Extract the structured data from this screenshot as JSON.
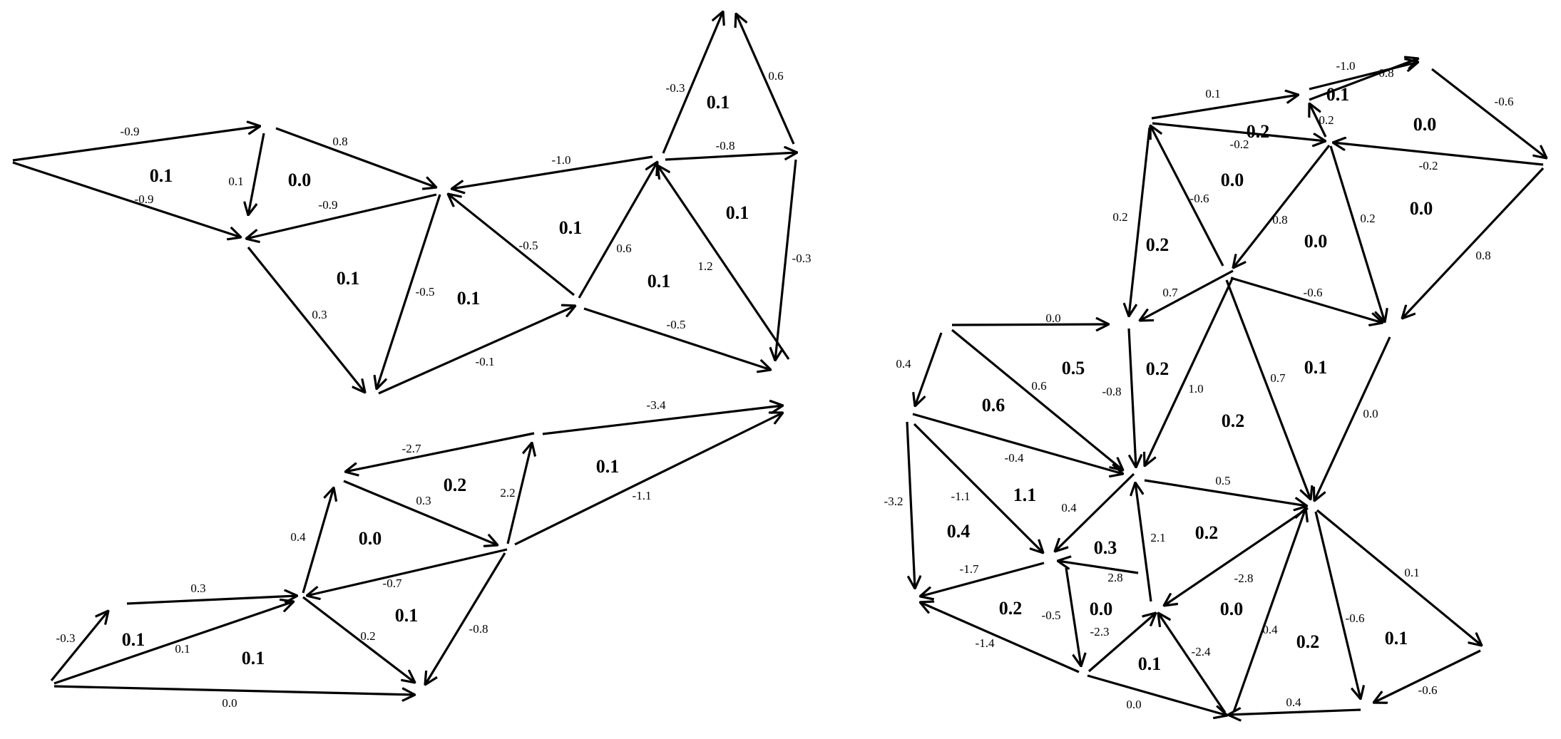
{
  "colors": {
    "ink": "#000000",
    "background": "#ffffff"
  },
  "edges": [
    {
      "label": "-0.9"
    },
    {
      "label": "-0.9"
    },
    {
      "label": "0.8"
    },
    {
      "label": "0.1"
    },
    {
      "label": "-0.9"
    },
    {
      "label": "0.3"
    },
    {
      "label": "-0.5"
    },
    {
      "label": "-0.1"
    },
    {
      "label": "-0.5"
    },
    {
      "label": "-1.0"
    },
    {
      "label": "0.6"
    },
    {
      "label": "-0.5"
    },
    {
      "label": "1.2"
    },
    {
      "label": "-0.8"
    },
    {
      "label": "-0.3"
    },
    {
      "label": "-0.3"
    },
    {
      "label": "0.6"
    },
    {
      "label": "-3.4"
    },
    {
      "label": "-2.7"
    },
    {
      "label": "2.2"
    },
    {
      "label": "-1.1"
    },
    {
      "label": "0.3"
    },
    {
      "label": "0.4"
    },
    {
      "label": "-0.7"
    },
    {
      "label": "-0.8"
    },
    {
      "label": "0.2"
    },
    {
      "label": "0.3"
    },
    {
      "label": "-0.3"
    },
    {
      "label": "0.1"
    },
    {
      "label": "0.0"
    },
    {
      "label": "0.1"
    },
    {
      "label": "-1.0"
    },
    {
      "label": "0.8"
    },
    {
      "label": "-0.2"
    },
    {
      "label": "0.2"
    },
    {
      "label": "-0.6"
    },
    {
      "label": "-0.2"
    },
    {
      "label": "0.8"
    },
    {
      "label": "-0.6"
    },
    {
      "label": "0.8"
    },
    {
      "label": "0.2"
    },
    {
      "label": "0.2"
    },
    {
      "label": "0.7"
    },
    {
      "label": "0.0"
    },
    {
      "label": "-0.6"
    },
    {
      "label": "-0.8"
    },
    {
      "label": "1.0"
    },
    {
      "label": "0.7"
    },
    {
      "label": "0.0"
    },
    {
      "label": "0.4"
    },
    {
      "label": "0.6"
    },
    {
      "label": "-0.4"
    },
    {
      "label": "0.5"
    },
    {
      "label": "-3.2"
    },
    {
      "label": "-1.1"
    },
    {
      "label": "0.4"
    },
    {
      "label": "2.1"
    },
    {
      "label": "-2.8"
    },
    {
      "label": "0.1"
    },
    {
      "label": "-1.7"
    },
    {
      "label": "2.8"
    },
    {
      "label": "-0.5"
    },
    {
      "label": "-1.4"
    },
    {
      "label": "-2.3"
    },
    {
      "label": "0.0"
    },
    {
      "label": "-2.4"
    },
    {
      "label": "0.4"
    },
    {
      "label": "-0.6"
    },
    {
      "label": "0.4"
    },
    {
      "label": "-0.6"
    }
  ],
  "faces": [
    {
      "label": "0.1"
    },
    {
      "label": "0.0"
    },
    {
      "label": "0.1"
    },
    {
      "label": "0.1"
    },
    {
      "label": "0.1"
    },
    {
      "label": "0.1"
    },
    {
      "label": "0.1"
    },
    {
      "label": "0.1"
    },
    {
      "label": "0.2"
    },
    {
      "label": "0.1"
    },
    {
      "label": "0.0"
    },
    {
      "label": "0.1"
    },
    {
      "label": "0.1"
    },
    {
      "label": "0.1"
    },
    {
      "label": "0.2"
    },
    {
      "label": "0.1"
    },
    {
      "label": "0.0"
    },
    {
      "label": "0.0"
    },
    {
      "label": "0.2"
    },
    {
      "label": "0.0"
    },
    {
      "label": "0.0"
    },
    {
      "label": "0.5"
    },
    {
      "label": "0.2"
    },
    {
      "label": "0.6"
    },
    {
      "label": "0.2"
    },
    {
      "label": "0.1"
    },
    {
      "label": "1.1"
    },
    {
      "label": "0.4"
    },
    {
      "label": "0.3"
    },
    {
      "label": "0.2"
    },
    {
      "label": "0.2"
    },
    {
      "label": "0.0"
    },
    {
      "label": "0.0"
    },
    {
      "label": "0.1"
    },
    {
      "label": "0.2"
    },
    {
      "label": "0.1"
    }
  ]
}
